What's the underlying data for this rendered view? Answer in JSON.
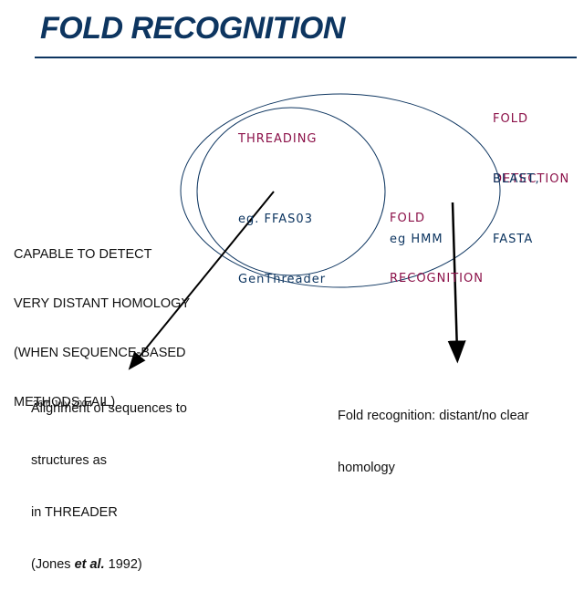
{
  "slide": {
    "title": "FOLD RECOGNITION",
    "colors": {
      "title": "#0d3560",
      "label_maroon": "#8b1048",
      "label_navy": "#0d3560",
      "text": "#111111"
    }
  },
  "fold_detection": {
    "heading": [
      "FOLD",
      "DETECTION"
    ],
    "examples": [
      "BLAST,",
      "FASTA"
    ]
  },
  "threading": {
    "heading": "THREADING",
    "examples": [
      "eg. FFAS03",
      "GenThreader"
    ]
  },
  "fold_recognition": {
    "heading": [
      "FOLD",
      "RECOGNITION"
    ],
    "example": "eg HMM"
  },
  "left_note": [
    "CAPABLE TO DETECT",
    "VERY DISTANT HOMOLOGY",
    "(WHEN SEQUENCE-BASED",
    "METHODS FAIL)"
  ],
  "threading_note": {
    "line1": "Alignment of sequences to",
    "line2": "structures as",
    "line3": "in THREADER",
    "line3_overlap": "26th July 2004",
    "line4_prefix": "(Jones ",
    "line4_italic": "et al.",
    "line4_suffix": " 1992)"
  },
  "fold_note": [
    "Fold recognition: distant/no clear",
    "homology"
  ]
}
